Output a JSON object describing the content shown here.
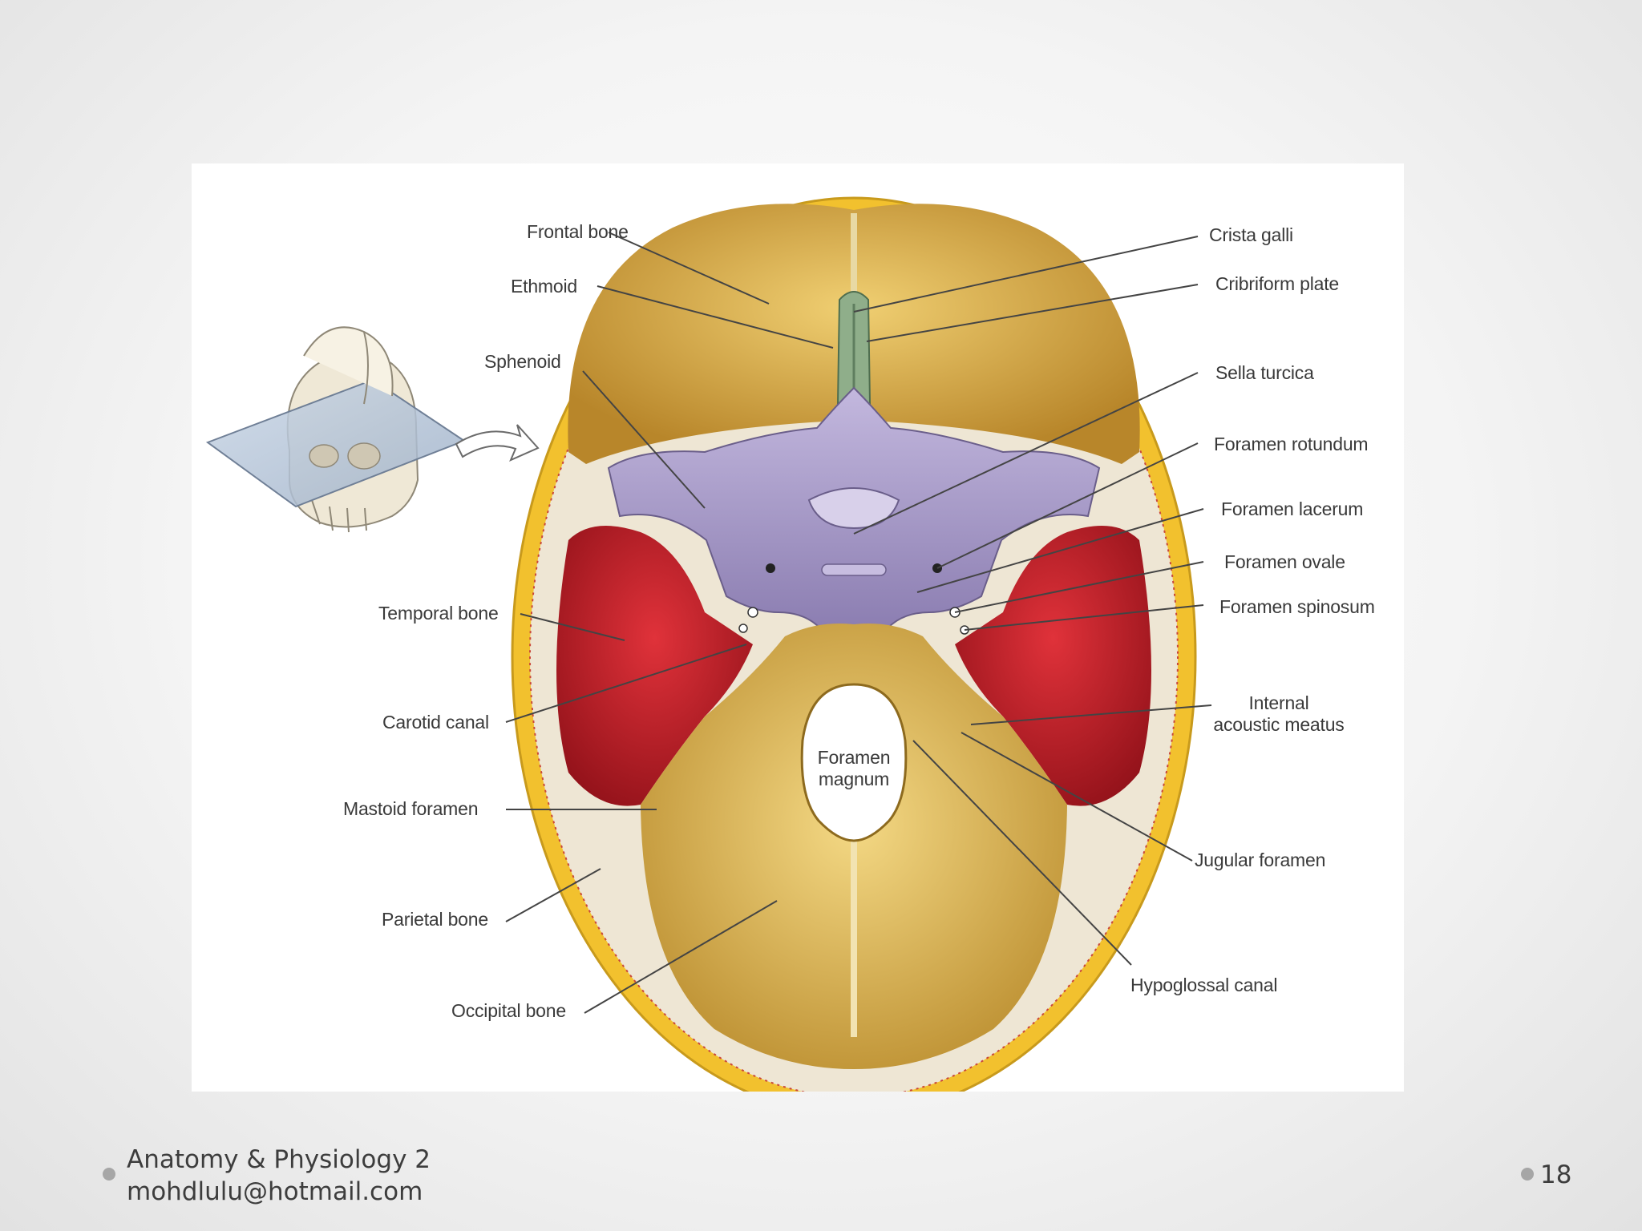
{
  "diagram": {
    "labels_left": {
      "frontal_bone": "Frontal bone",
      "ethmoid": "Ethmoid",
      "sphenoid": "Sphenoid",
      "temporal_bone": "Temporal bone",
      "carotid_canal": "Carotid canal",
      "mastoid_foramen": "Mastoid foramen",
      "parietal_bone": "Parietal bone",
      "occipital_bone": "Occipital bone"
    },
    "labels_right": {
      "crista_galli": "Crista galli",
      "cribriform_plate": "Cribriform plate",
      "sella_turcica": "Sella turcica",
      "foramen_rotundum": "Foramen rotundum",
      "foramen_lacerum": "Foramen lacerum",
      "foramen_ovale": "Foramen ovale",
      "foramen_spinosum": "Foramen spinosum",
      "internal_acoustic_meatus_line1": "Internal",
      "internal_acoustic_meatus_line2": "acoustic meatus",
      "jugular_foramen": "Jugular foramen",
      "hypoglossal_canal": "Hypoglossal canal"
    },
    "labels_center": {
      "foramen_magnum_line1": "Foramen",
      "foramen_magnum_line2": "magnum"
    }
  },
  "footer": {
    "course": "Anatomy & Physiology 2",
    "email": "mohdlulu@hotmail.com",
    "page_number": "18"
  },
  "colors": {
    "skull_rim": "#f2c12e",
    "frontal": "#d9ad3c",
    "sphenoid": "#a99bc8",
    "temporal": "#c4202a",
    "occipital": "#d8b24a",
    "cribriform": "#8fae8a"
  }
}
